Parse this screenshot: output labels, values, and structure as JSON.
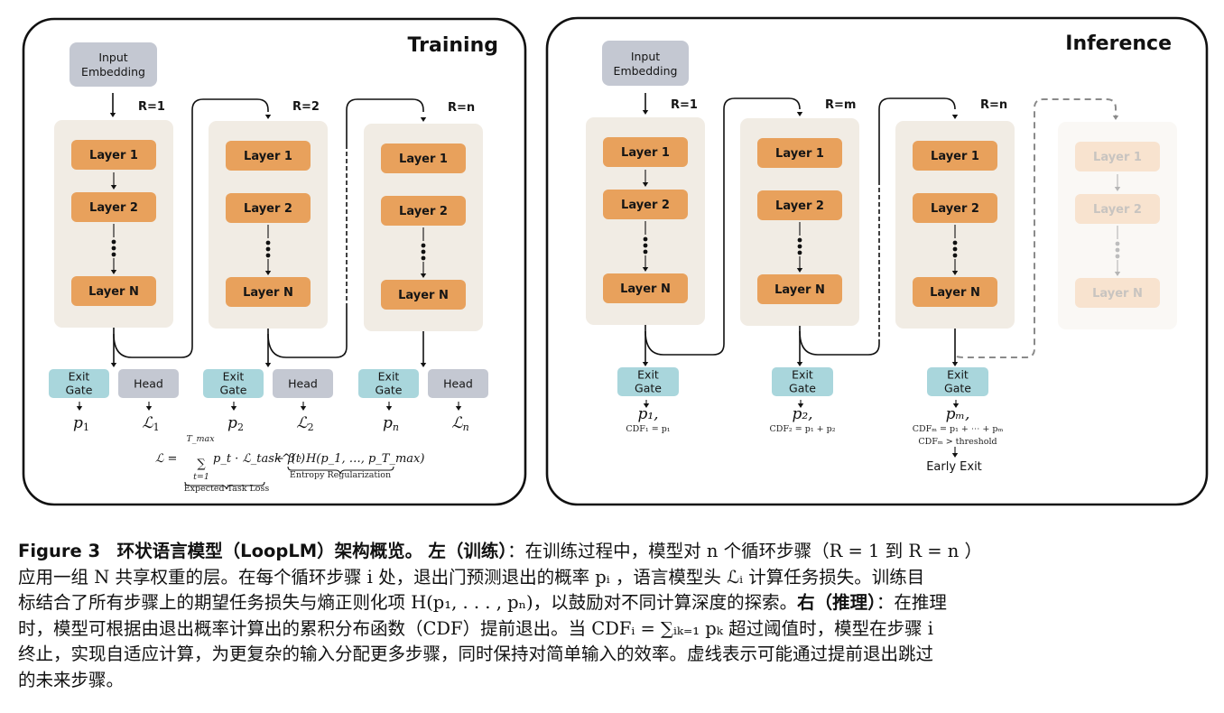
{
  "figure": {
    "training": {
      "title": "Training",
      "input_label": [
        "Input",
        "Embedding"
      ],
      "columns": [
        {
          "round": "R=1",
          "layers": [
            "Layer 1",
            "Layer 2",
            "Layer N"
          ],
          "gate": [
            "Exit",
            "Gate"
          ],
          "head": "Head",
          "p": "p",
          "p_sub": "1",
          "loss": "ℒ",
          "loss_sub": "1"
        },
        {
          "round": "R=2",
          "layers": [
            "Layer 1",
            "Layer 2",
            "Layer N"
          ],
          "gate": [
            "Exit",
            "Gate"
          ],
          "head": "Head",
          "p": "p",
          "p_sub": "2",
          "loss": "ℒ",
          "loss_sub": "2"
        },
        {
          "round": "R=n",
          "layers": [
            "Layer 1",
            "Layer 2",
            "Layer N"
          ],
          "gate": [
            "Exit",
            "Gate"
          ],
          "head": "Head",
          "p": "p",
          "p_sub": "n",
          "loss": "ℒ",
          "loss_sub": "n"
        }
      ],
      "loss_formula": {
        "lhs": "ℒ =",
        "sum_upper": "T_max",
        "sum_lower": "t=1",
        "term1": "p_t · ℒ_task^(t)",
        "term2": "− β · H(p_1, …, p_T_max)",
        "brace1_label": "Expected Task Loss",
        "brace2_label": "Entropy Regularization"
      }
    },
    "inference": {
      "title": "Inference",
      "input_label": [
        "Input",
        "Embedding"
      ],
      "columns": [
        {
          "round": "R=1",
          "layers": [
            "Layer 1",
            "Layer 2",
            "Layer N"
          ],
          "gate": [
            "Exit",
            "Gate"
          ],
          "p": "p₁,",
          "cdf": [
            "CDF₁ = p₁"
          ]
        },
        {
          "round": "R=m",
          "layers": [
            "Layer 1",
            "Layer 2",
            "Layer N"
          ],
          "gate": [
            "Exit",
            "Gate"
          ],
          "p": "p₂,",
          "cdf": [
            "CDF₂ = p₁ + p₂"
          ]
        },
        {
          "round": "R=n",
          "layers": [
            "Layer 1",
            "Layer 2",
            "Layer N"
          ],
          "gate": [
            "Exit",
            "Gate"
          ],
          "p": "pₘ,",
          "cdf": [
            "CDFₘ = p₁ + ⋯ + pₘ",
            "CDFₘ > threshold"
          ]
        }
      ],
      "skipped_column": {
        "layers": [
          "Layer 1",
          "Layer 2",
          "Layer N"
        ]
      },
      "early_exit_label": "Early Exit"
    }
  },
  "caption": {
    "figure_label": "Figure 3",
    "title": "环状语言模型（LoopLM）架构概览。",
    "left_label": "左（训练）",
    "right_label": "右（推理）",
    "lines": [
      "：在训练过程中，模型对 n 个循环步骤（R = 1 到 R = n ）",
      "应用一组 N 共享权重的层。在每个循环步骤 i 处，退出门预测退出的概率 pᵢ ，语言模型头 ℒᵢ 计算任务损失。训练目",
      "标结合了所有步骤上的期望任务损失与熵正则化项 H(p₁, . . . , pₙ)，以鼓励对不同计算深度的探索。",
      "：在推理",
      "时，模型可根据由退出概率计算出的累积分布函数（CDF）提前退出。当 CDFᵢ = ∑ᵢₖ₌₁ pₖ 超过阈值时，模型在步骤 i",
      "终止，实现自适应计算，为更复杂的输入分配更多步骤，同时保持对简单输入的效率。虚线表示可能通过提前退出跳过",
      "的未来步骤。"
    ]
  },
  "colors": {
    "layer": "#e8a15c",
    "column_bg": "#f1ece4",
    "exit_gate": "#a9d6dc",
    "head": "#c4c8d2",
    "input_embedding": "#c4c8d2"
  }
}
